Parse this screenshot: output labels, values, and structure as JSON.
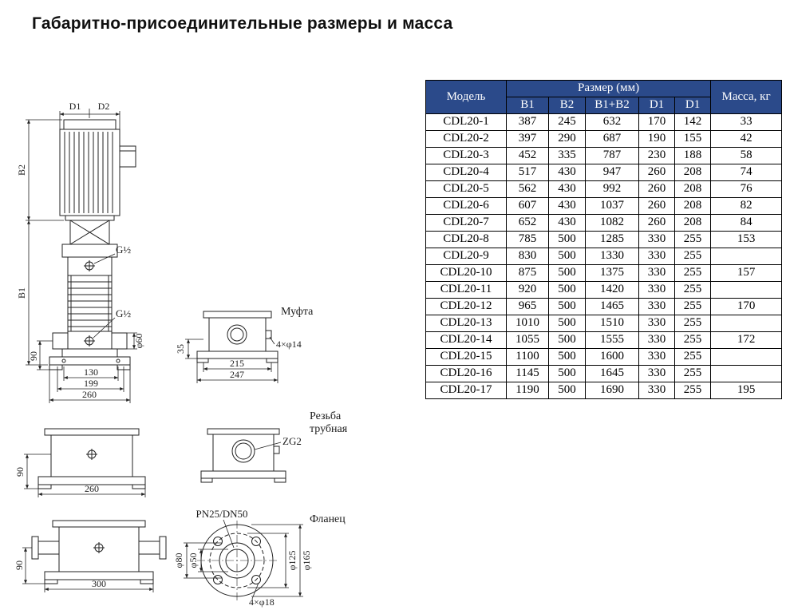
{
  "page": {
    "title": "Габаритно-присоединительные размеры и масса"
  },
  "table": {
    "header": {
      "model": "Модель",
      "size_group": "Размер (мм)",
      "size_columns": [
        "В1",
        "В2",
        "В1+В2",
        "D1",
        "D1"
      ],
      "mass": "Масса, кг"
    },
    "rows": [
      [
        "CDL20-1",
        "387",
        "245",
        "632",
        "170",
        "142",
        "33"
      ],
      [
        "CDL20-2",
        "397",
        "290",
        "687",
        "190",
        "155",
        "42"
      ],
      [
        "CDL20-3",
        "452",
        "335",
        "787",
        "230",
        "188",
        "58"
      ],
      [
        "CDL20-4",
        "517",
        "430",
        "947",
        "260",
        "208",
        "74"
      ],
      [
        "CDL20-5",
        "562",
        "430",
        "992",
        "260",
        "208",
        "76"
      ],
      [
        "CDL20-6",
        "607",
        "430",
        "1037",
        "260",
        "208",
        "82"
      ],
      [
        "CDL20-7",
        "652",
        "430",
        "1082",
        "260",
        "208",
        "84"
      ],
      [
        "CDL20-8",
        "785",
        "500",
        "1285",
        "330",
        "255",
        "153"
      ],
      [
        "CDL20-9",
        "830",
        "500",
        "1330",
        "330",
        "255",
        ""
      ],
      [
        "CDL20-10",
        "875",
        "500",
        "1375",
        "330",
        "255",
        "157"
      ],
      [
        "CDL20-11",
        "920",
        "500",
        "1420",
        "330",
        "255",
        ""
      ],
      [
        "CDL20-12",
        "965",
        "500",
        "1465",
        "330",
        "255",
        "170"
      ],
      [
        "CDL20-13",
        "1010",
        "500",
        "1510",
        "330",
        "255",
        ""
      ],
      [
        "CDL20-14",
        "1055",
        "500",
        "1555",
        "330",
        "255",
        "172"
      ],
      [
        "CDL20-15",
        "1100",
        "500",
        "1600",
        "330",
        "255",
        ""
      ],
      [
        "CDL20-16",
        "1145",
        "500",
        "1645",
        "330",
        "255",
        ""
      ],
      [
        "CDL20-17",
        "1190",
        "500",
        "1690",
        "330",
        "255",
        "195"
      ]
    ]
  },
  "drawings": {
    "pump": {
      "dim_d1": "D1",
      "dim_d2": "D2",
      "dim_b1": "B1",
      "dim_b2": "B2",
      "port_top": "G½",
      "port_bottom": "G½",
      "dim_130": "130",
      "dim_199": "199",
      "dim_260": "260",
      "dim_90": "90",
      "dim_phi60": "φ60"
    },
    "coupling": {
      "label": "Муфта",
      "dim_35": "35",
      "dim_215": "215",
      "dim_247": "247",
      "dim_holes": "4×φ14"
    },
    "thread": {
      "label_line1": "Резьба",
      "label_line2": "трубная",
      "thread_size": "ZG2",
      "dim_90": "90",
      "dim_260": "260"
    },
    "flange": {
      "label": "Фланец",
      "standard": "PN25/DN50",
      "dim_phi50": "φ50",
      "dim_phi80": "φ80",
      "dim_phi125": "φ125",
      "dim_phi165": "φ165",
      "dim_holes": "4×φ18",
      "dim_90": "90",
      "dim_300": "300"
    }
  }
}
